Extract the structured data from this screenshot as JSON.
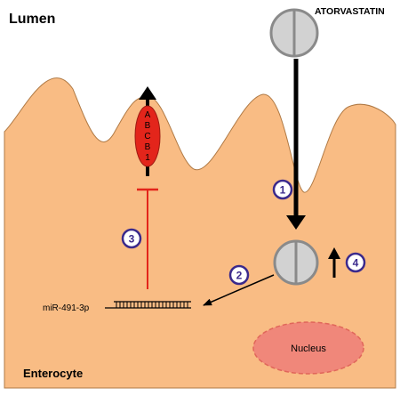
{
  "labels": {
    "lumen": "Lumen",
    "drug": "ATORVASTATIN",
    "transporter": [
      "A",
      "B",
      "C",
      "B",
      "1"
    ],
    "mirna": "miR-491-3p",
    "nucleus": "Nucleus",
    "cell": "Enterocyte"
  },
  "steps": [
    "1",
    "2",
    "3",
    "4"
  ],
  "colors": {
    "cell_fill": "#F9BC84",
    "cell_stroke": "#B07A45",
    "transporter_fill": "#E3251B",
    "inhibition_line": "#E3251B",
    "nucleus_fill": "#F0877A",
    "nucleus_stroke": "#E0665A",
    "pill_fill": "#D2D2D2",
    "pill_stroke": "#8A8A8A",
    "step_circle_stroke": "#3B2A8C",
    "arrow": "#000000"
  },
  "icons": {
    "drug": "pill-icon",
    "step_marker": "numbered-circle-icon"
  }
}
